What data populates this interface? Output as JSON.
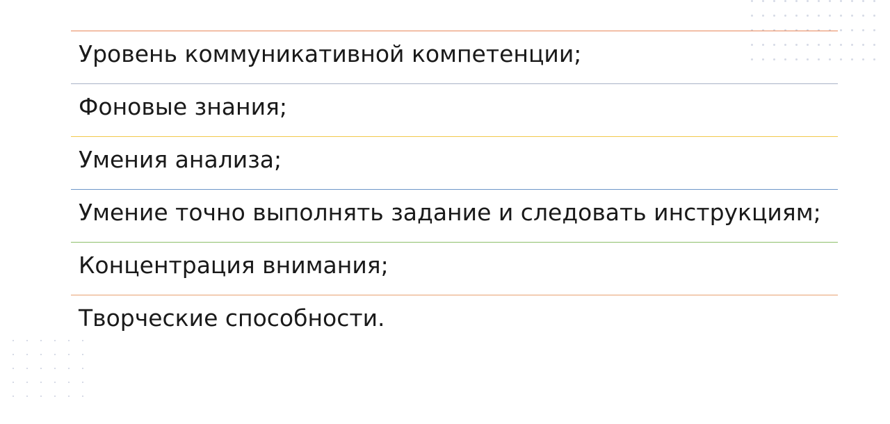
{
  "items": [
    {
      "text": "Уровень коммуникативной компетенции;",
      "line_color": "#e8875a"
    },
    {
      "text": "Фоновые знания;",
      "line_color": "#a9b2c7"
    },
    {
      "text": "Умения анализа;",
      "line_color": "#f2c94c"
    },
    {
      "text": "Умение точно выполнять задание и следовать инструкциям;",
      "line_color": "#6d97c9"
    },
    {
      "text": "Концентрация внимания;",
      "line_color": "#8dbf6a"
    },
    {
      "text": "Творческие способности.",
      "line_color": "#e8a070"
    }
  ]
}
